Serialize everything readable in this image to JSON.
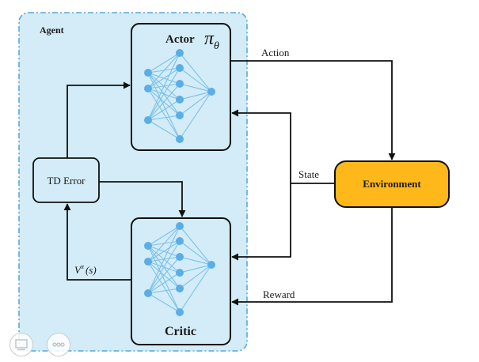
{
  "diagram": {
    "agent_label": "Agent",
    "actor_label": "Actor",
    "actor_policy": "π",
    "actor_policy_sub": "θ",
    "critic_label": "Critic",
    "td_error_label": "TD Error",
    "value_fn": {
      "v": "V",
      "sup": "π",
      "arg": "(s)"
    },
    "environment_label": "Environment",
    "action_label": "Action",
    "state_label": "State",
    "reward_label": "Reward"
  },
  "colors": {
    "agent_fill": "#d3ecf7",
    "agent_border": "#5ba8d8",
    "environment_fill": "#ffb819",
    "node": "#5aaee8",
    "edge": "#7cc1ea",
    "arrow": "#111111"
  },
  "controls": [
    {
      "icon": "slides-icon"
    },
    {
      "icon": "more-options-icon"
    }
  ]
}
